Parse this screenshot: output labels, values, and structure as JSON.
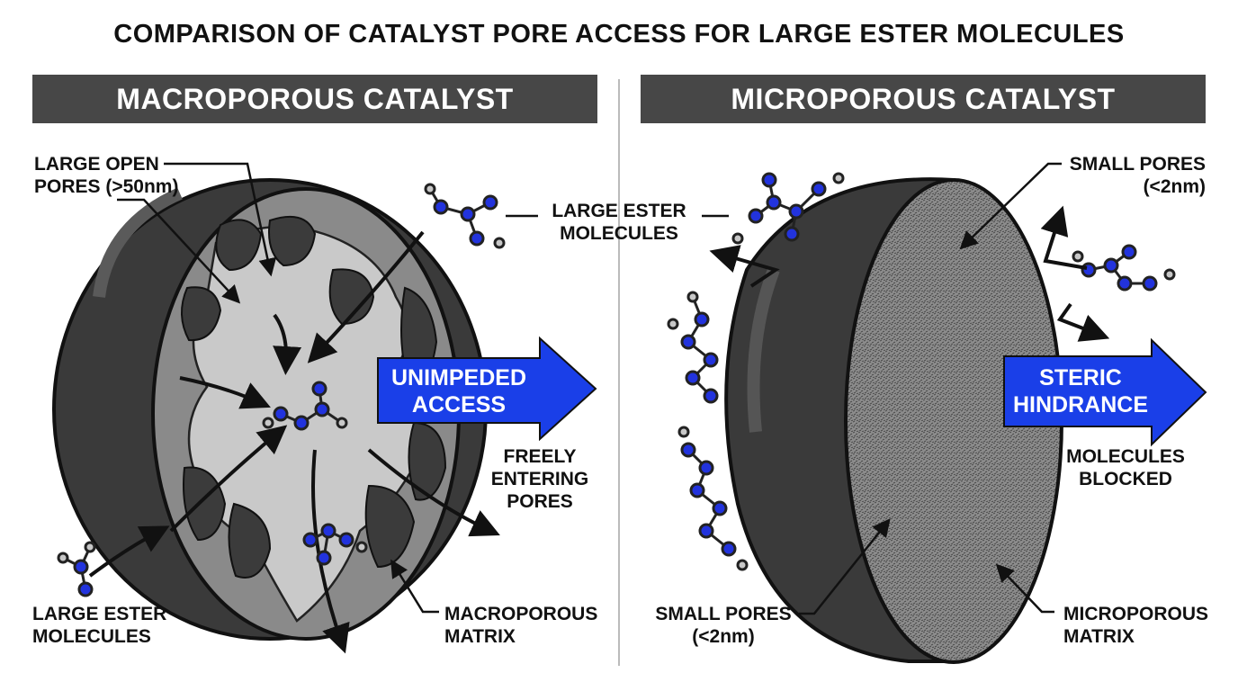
{
  "title": "COMPARISON OF CATALYST PORE ACCESS FOR LARGE ESTER MOLECULES",
  "left_panel": {
    "header": "MACROPOROUS CATALYST",
    "label_pores": [
      "LARGE OPEN",
      "PORES (>50nm)"
    ],
    "label_ester_top": [
      "LARGE ESTER",
      "MOLECULES"
    ],
    "label_ester_bottom": [
      "LARGE ESTER",
      "MOLECULES"
    ],
    "arrow_text": [
      "UNIMPEDED",
      "ACCESS"
    ],
    "label_freely": [
      "FREELY",
      "ENTERING",
      "PORES"
    ],
    "label_matrix": [
      "MACROPOROUS",
      "MATRIX"
    ]
  },
  "right_panel": {
    "header": "MICROPOROUS CATALYST",
    "label_pores_top": [
      "SMALL PORES",
      "(<2nm)"
    ],
    "label_pores_bottom": [
      "SMALL PORES",
      "(<2nm)"
    ],
    "arrow_text": [
      "STERIC",
      "HINDRANCE"
    ],
    "label_blocked": [
      "MOLECULES",
      "BLOCKED"
    ],
    "label_matrix": [
      "MICROPOROUS",
      "MATRIX"
    ]
  },
  "colors": {
    "header_bg": "#474747",
    "arrow_blue": "#1a3fe8",
    "atom_blue": "#2233dd",
    "atom_grey": "#c8c8c8"
  }
}
